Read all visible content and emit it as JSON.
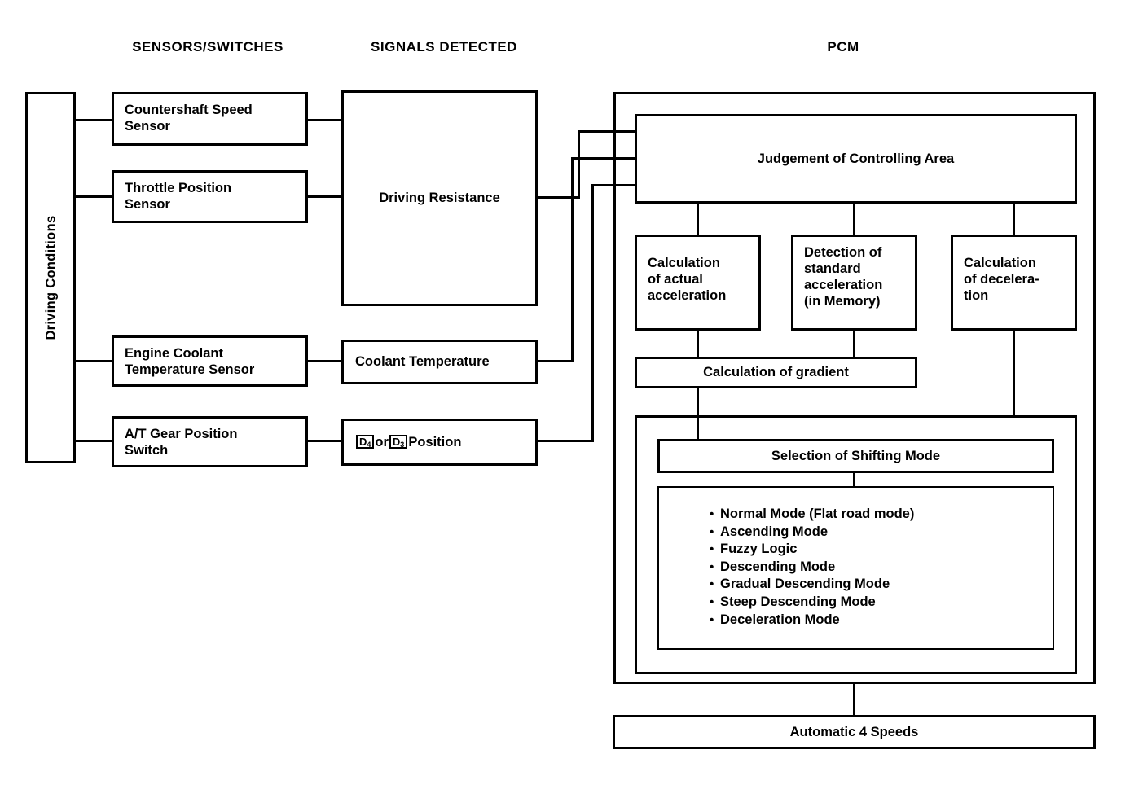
{
  "headers": {
    "sensors": "SENSORS/SWITCHES",
    "signals": "SIGNALS DETECTED",
    "pcm": "PCM"
  },
  "driving_conditions": {
    "label": "Driving Conditions"
  },
  "sensors": [
    {
      "label": "Countershaft Speed\nSensor"
    },
    {
      "label": "Throttle Position\nSensor"
    },
    {
      "label": "Engine Coolant\nTemperature Sensor"
    },
    {
      "label": "A/T Gear Position\nSwitch"
    }
  ],
  "signals": [
    {
      "label": "Driving Resistance"
    },
    {
      "label": "Coolant Temperature"
    },
    {
      "label": "D4 or D3 Position",
      "prefix": "",
      "d_first": "D",
      "d_first_sub": "4",
      "mid": " or ",
      "d_second": "D",
      "d_second_sub": "3",
      "suffix": " Position"
    }
  ],
  "pcm": {
    "judgement": "Judgement of Controlling Area",
    "calc_actual": "Calculation\nof actual\nacceleration",
    "detection_standard": "Detection of\nstandard\nacceleration\n(in Memory)",
    "calc_decel": "Calculation\nof decelera-\ntion",
    "calc_gradient": "Calculation of gradient",
    "selection": "Selection of Shifting Mode",
    "modes": [
      "Normal Mode (Flat road mode)",
      "Ascending Mode",
      "Fuzzy Logic",
      "Descending Mode",
      "Gradual Descending Mode",
      "Steep Descending Mode",
      "Deceleration Mode"
    ]
  },
  "output": {
    "label": "Automatic 4 Speeds"
  },
  "colors": {
    "ink": "#000000",
    "paper": "#ffffff"
  }
}
